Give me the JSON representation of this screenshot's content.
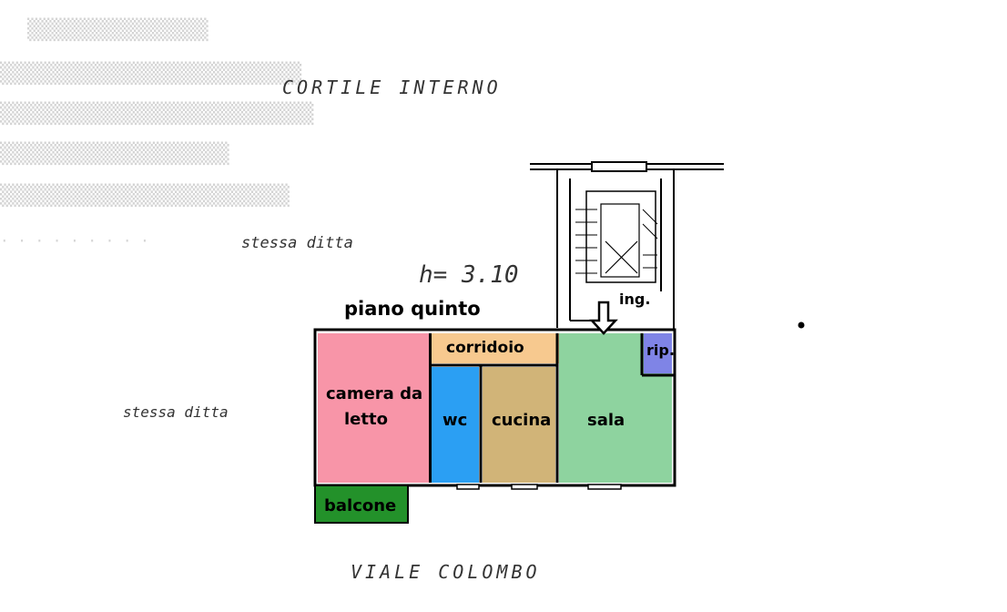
{
  "header": {
    "courtyard_label": "CORTILE INTERNO",
    "same_owner_top": "stessa ditta",
    "same_owner_left": "stessa ditta",
    "ceiling_height": "h= 3.10",
    "floor_title": "piano quinto",
    "street_label": "VIALE COLOMBO"
  },
  "rooms": {
    "bedroom": [
      "camera da",
      "letto"
    ],
    "bathroom": "wc",
    "kitchen": "cucina",
    "corridor": "corridoio",
    "living": "sala",
    "storage": "rip.",
    "entrance": "ing.",
    "balcony": "balcone"
  },
  "colors": {
    "bedroom": "#f895a8",
    "bathroom": "#2b9ff3",
    "kitchen": "#d1b478",
    "corridor": "#f7c98f",
    "living": "#8ed39f",
    "storage": "#7f84e6",
    "balcony": "#23912a"
  }
}
